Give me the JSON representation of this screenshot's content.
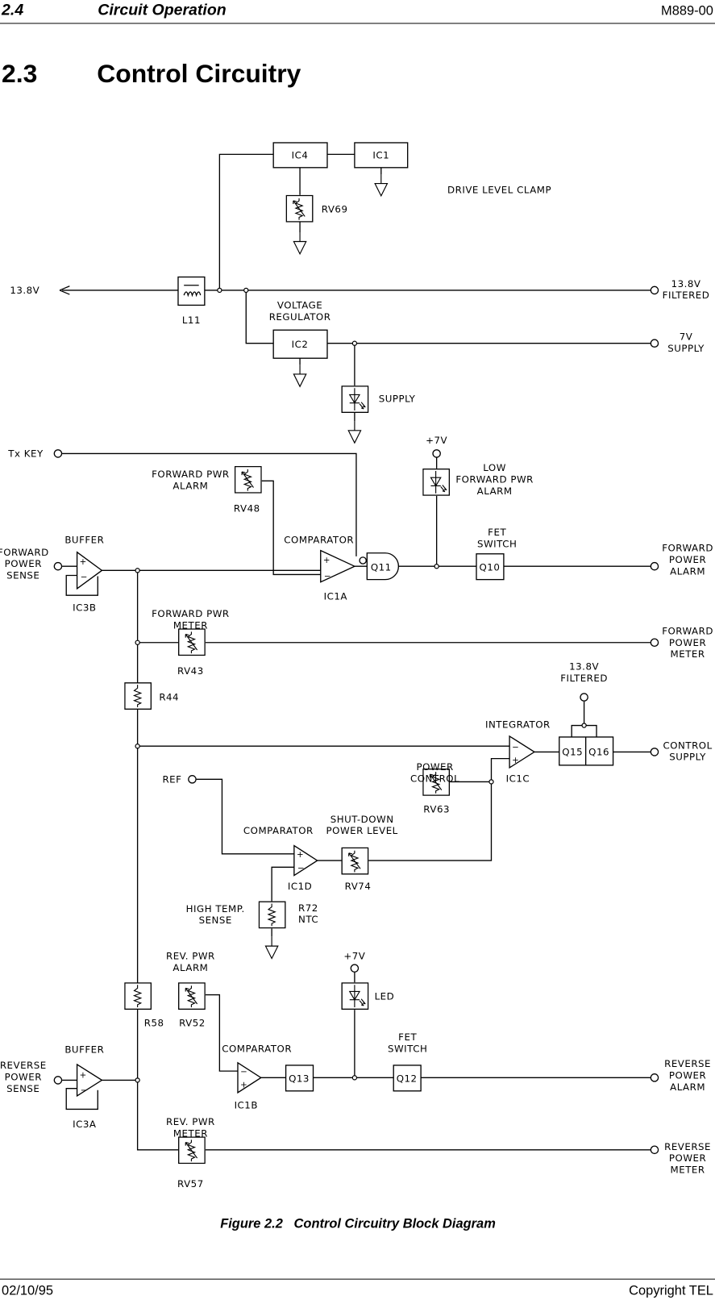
{
  "header": {
    "section": "2.4",
    "title": "Circuit Operation",
    "doc_id": "M889-00"
  },
  "section": {
    "number": "2.3",
    "title": "Control Circuitry"
  },
  "diagram": {
    "ic4": "IC4",
    "ic1": "IC1",
    "rv69": "RV69",
    "drive_level_clamp": "DRIVE LEVEL CLAMP",
    "v13_8": "13.8V",
    "l11": "L11",
    "filtered_top": [
      "13.8V",
      "FILTERED"
    ],
    "voltage_regulator": [
      "VOLTAGE",
      "REGULATOR"
    ],
    "ic2": "IC2",
    "supply_7v": [
      "7V",
      "SUPPLY"
    ],
    "supply_led": "SUPPLY",
    "tx_key": "Tx KEY",
    "plus7v_a": "+7V",
    "low_fwd_alarm": [
      "LOW",
      "FORWARD PWR",
      "ALARM"
    ],
    "fwd_pwr_alarm": [
      "FORWARD PWR",
      "ALARM"
    ],
    "rv48": "RV48",
    "comparator_a": "COMPARATOR",
    "ic1a": "IC1A",
    "q11": "Q11",
    "fet_switch_a": [
      "FET",
      "SWITCH"
    ],
    "q10": "Q10",
    "fwd_power_alarm_out": [
      "FORWARD",
      "POWER",
      "ALARM"
    ],
    "buffer_a": "BUFFER",
    "fwd_power_sense": [
      "FORWARD",
      "POWER",
      "SENSE"
    ],
    "ic3b": "IC3B",
    "fwd_pwr_meter": [
      "FORWARD PWR",
      "METER"
    ],
    "rv43": "RV43",
    "fwd_power_meter_out": [
      "FORWARD",
      "POWER",
      "METER"
    ],
    "r44": "R44",
    "filtered_mid": [
      "13.8V",
      "FILTERED"
    ],
    "integrator": "INTEGRATOR",
    "ic1c": "IC1C",
    "q15": "Q15",
    "q16": "Q16",
    "control_supply": [
      "CONTROL",
      "SUPPLY"
    ],
    "power_control": [
      "POWER",
      "CONTROL"
    ],
    "rv63": "RV63",
    "ref": "REF",
    "comparator_d": "COMPARATOR",
    "ic1d": "IC1D",
    "shutdown_level": [
      "SHUT-DOWN",
      "POWER LEVEL"
    ],
    "rv74": "RV74",
    "high_temp_sense": [
      "HIGH TEMP.",
      "SENSE"
    ],
    "r72": [
      "R72",
      "NTC"
    ],
    "rev_pwr_alarm": [
      "REV. PWR",
      "ALARM"
    ],
    "r58": "R58",
    "rv52": "RV52",
    "plus7v_b": "+7V",
    "led": "LED",
    "comparator_b": "COMPARATOR",
    "ic1b": "IC1B",
    "q13": "Q13",
    "fet_switch_b": [
      "FET",
      "SWITCH"
    ],
    "q12": "Q12",
    "rev_power_alarm_out": [
      "REVERSE",
      "POWER",
      "ALARM"
    ],
    "buffer_b": "BUFFER",
    "rev_power_sense": [
      "REVERSE",
      "POWER",
      "SENSE"
    ],
    "ic3a": "IC3A",
    "rev_pwr_meter": [
      "REV. PWR",
      "METER"
    ],
    "rv57": "RV57",
    "rev_power_meter_out": [
      "REVERSE",
      "POWER",
      "METER"
    ]
  },
  "caption": "Figure 2.2   Control Circuitry Block Diagram",
  "footer": {
    "date": "02/10/95",
    "copyright": "Copyright TEL"
  }
}
